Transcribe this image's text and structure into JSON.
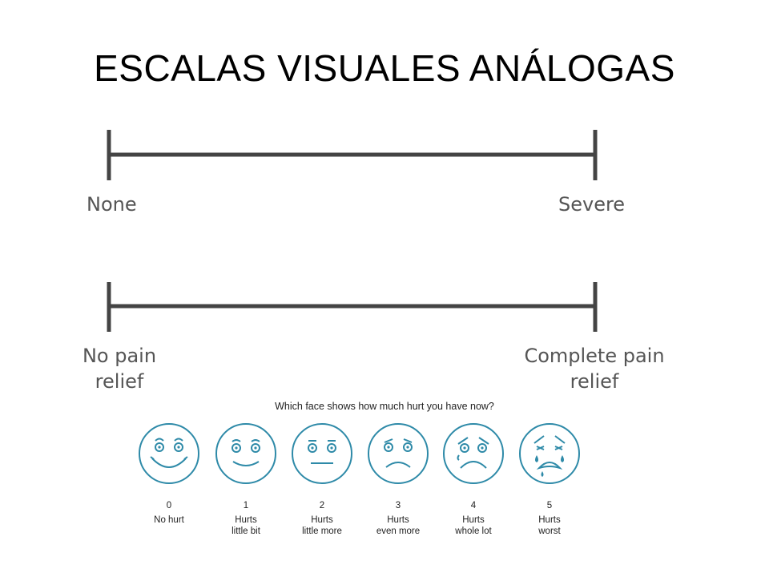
{
  "title": "ESCALAS VISUALES ANÁLOGAS",
  "scale1": {
    "left_label": "None",
    "right_label": "Severe"
  },
  "scale2": {
    "left_label_line1": "No pain",
    "left_label_line2": "relief",
    "right_label_line1": "Complete pain",
    "right_label_line2": "relief"
  },
  "faces": {
    "question": "Which face shows how much hurt you have now?",
    "items": [
      {
        "score": "0",
        "line1": "No hurt",
        "line2": ""
      },
      {
        "score": "1",
        "line1": "Hurts",
        "line2": "little bit"
      },
      {
        "score": "2",
        "line1": "Hurts",
        "line2": "little more"
      },
      {
        "score": "3",
        "line1": "Hurts",
        "line2": "even more"
      },
      {
        "score": "4",
        "line1": "Hurts",
        "line2": "whole lot"
      },
      {
        "score": "5",
        "line1": "Hurts",
        "line2": "worst"
      }
    ],
    "color": "#2e8aa8"
  },
  "colors": {
    "scale_line": "#444444",
    "scale_text": "#555555"
  }
}
